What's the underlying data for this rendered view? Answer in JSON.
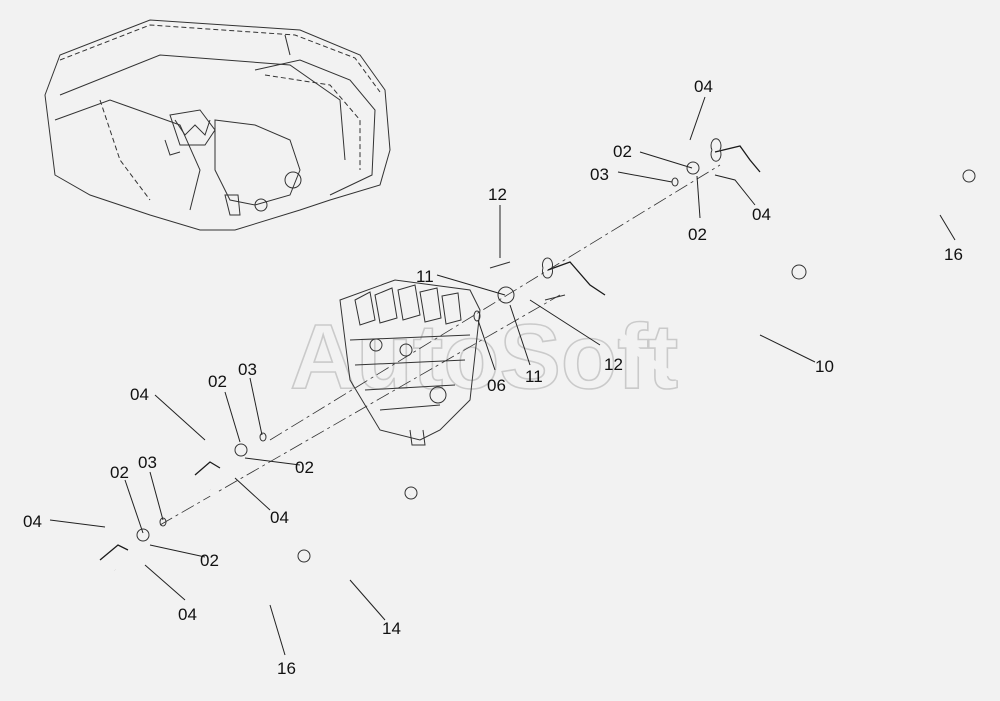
{
  "watermark": "AutoSoft",
  "labels": {
    "top_04": "04",
    "top_02_left": "02",
    "top_03": "03",
    "top_02_below": "02",
    "top_04_right": "04",
    "top_16": "16",
    "mid_12_top": "12",
    "mid_11_left": "11",
    "mid_06": "06",
    "mid_11_below": "11",
    "mid_12_right": "12",
    "mid_10": "10",
    "lower_04": "04",
    "lower_02": "02",
    "lower_03": "03",
    "lower_02_right": "02",
    "lower_04_below": "04",
    "bottom_02": "02",
    "bottom_03": "03",
    "bottom_04": "04",
    "bottom_02_right": "02",
    "bottom_04_below": "04",
    "bottom_14": "14",
    "bottom_16": "16"
  },
  "colors": {
    "line": "#1a1a1a",
    "background": "#f2f2f2",
    "watermark": "#c4c4c4"
  }
}
